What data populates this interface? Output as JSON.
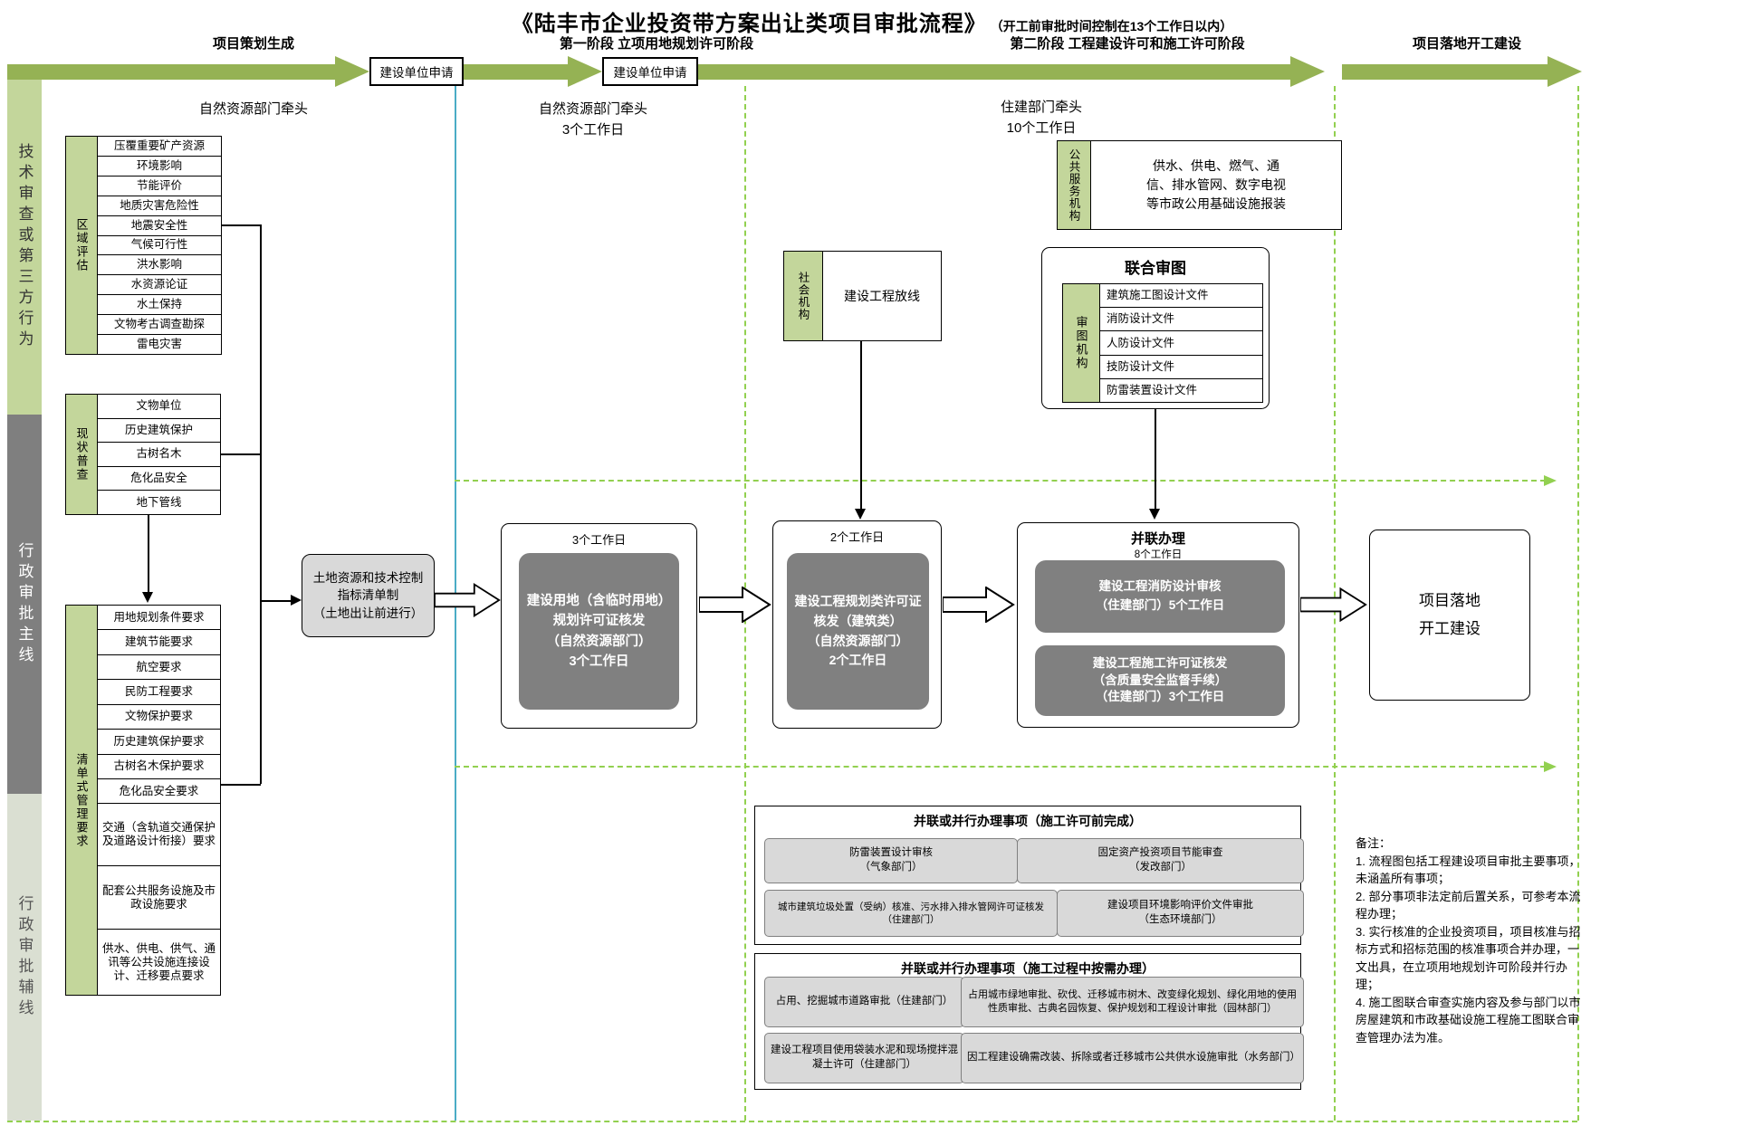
{
  "colors": {
    "olive_arrow": "#95B254",
    "light_green": "#C3D69B",
    "gray_process": "#808080",
    "light_gray_box": "#D9D9D9",
    "dashed_green": "#92D050",
    "blue_divider": "#4BACC6",
    "rail_gray": "#7F7F7F"
  },
  "title": {
    "main": "《陆丰市企业投资带方案出让类项目审批流程》",
    "sub": "（开工前审批时间控制在13个工作日以内）"
  },
  "phase_headers": [
    "项目策划生成",
    "第一阶段  立项用地规划许可阶段",
    "第二阶段  工程建设许可和施工许可阶段",
    "项目落地开工建设"
  ],
  "applicant_labels": {
    "first": "建设单位申请",
    "second": "建设单位申请"
  },
  "lead_notes": {
    "planning": "自然资源部门牵头",
    "stage1": "自然资源部门牵头\n3个工作日",
    "stage2": "住建部门牵头\n10个工作日"
  },
  "side_rails": [
    "技术审查或第三方行为",
    "行政审批主线",
    "行政审批辅线"
  ],
  "tables": {
    "quyu": {
      "header": "区域评估",
      "items": [
        "压覆重要矿产资源",
        "环境影响",
        "节能评价",
        "地质灾害危险性",
        "地震安全性",
        "气候可行性",
        "洪水影响",
        "水资源论证",
        "水土保持",
        "文物考古调查勘探",
        "雷电灾害"
      ]
    },
    "xianzhuang": {
      "header": "现状普查",
      "items": [
        "文物单位",
        "历史建筑保护",
        "古树名木",
        "危化品安全",
        "地下管线"
      ]
    },
    "qingdan": {
      "header": "清单式管理要求",
      "items": [
        "用地规划条件要求",
        "建筑节能要求",
        "航空要求",
        "民防工程要求",
        "文物保护要求",
        "历史建筑保护要求",
        "古树名木保护要求",
        "危化品安全要求",
        "交通（含轨道交通保护及道路设计衔接）要求",
        "配套公共服务设施及市政设施要求",
        "供水、供电、供气、通讯等公共设施连接设计、迁移要点要求"
      ]
    }
  },
  "public_service": {
    "header": "公共服务机构",
    "text": "供水、供电、燃气、通\n信、排水管网、数字电视\n等市政公用基础设施报装"
  },
  "social_org": {
    "header": "社会机构",
    "text": "建设工程放线"
  },
  "joint_review": {
    "title": "联合审图",
    "header": "审图机构",
    "items": [
      "建筑施工图设计文件",
      "消防设计文件",
      "人防设计文件",
      "技防设计文件",
      "防雷装置设计文件"
    ]
  },
  "land_box": "土地资源和技术控制\n指标清单制\n（土地出让前进行）",
  "stage1_box": {
    "duration": "3个工作日",
    "text": "建设用地（含临时用地）\n规划许可证核发\n（自然资源部门）\n3个工作日"
  },
  "stage2_box": {
    "duration": "2个工作日",
    "text": "建设工程规划类许可证\n核发（建筑类）\n（自然资源部门）\n2个工作日"
  },
  "parallel_box": {
    "title": "并联办理",
    "duration": "8个工作日",
    "item1": "建设工程消防设计审核\n（住建部门）5个工作日",
    "item2": "建设工程施工许可证核发\n（含质量安全监督手续）\n（住建部门）3个工作日"
  },
  "final_box": "项目落地\n开工建设",
  "pre_permit_parallel": {
    "title": "并联或并行办理事项（施工许可前完成）",
    "items": [
      "防雷装置设计审核\n（气象部门）",
      "固定资产投资项目节能审查\n（发改部门）",
      "城市建筑垃圾处置（受纳）核准、污水排入排水管网许可证核发\n（住建部门）",
      "建设项目环境影响评价文件审批\n（生态环境部门）"
    ]
  },
  "during_construction_parallel": {
    "title": "并联或并行办理事项（施工过程中按需办理）",
    "items": [
      "占用、挖掘城市道路审批（住建部门）",
      "占用城市绿地审批、砍伐、迁移城市树木、改变绿化规划、绿化用地的使用性质审批、古典名园恢复、保护规划和工程设计审批（园林部门）",
      "建设工程项目使用袋装水泥和现场搅拌混凝土许可（住建部门）",
      "因工程建设确需改装、拆除或者迁移城市公共供水设施审批（水务部门）"
    ]
  },
  "notes": "备注：\n1. 流程图包括工程建设项目审批主要事项，未涵盖所有事项；\n2. 部分事项非法定前后置关系，可参考本流程办理；\n3. 实行核准的企业投资项目，项目核准与招标方式和招标范围的核准事项合并办理，一文出具，在立项用地规划许可阶段并行办理；\n4. 施工图联合审查实施内容及参与部门以市房屋建筑和市政基础设施工程施工图联合审查管理办法为准。"
}
